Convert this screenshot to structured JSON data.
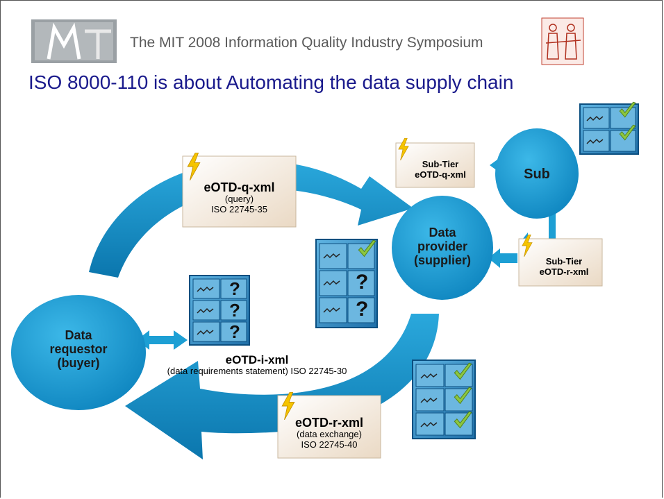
{
  "header": {
    "title": "The MIT 2008 Information Quality Industry Symposium"
  },
  "slide": {
    "title": "ISO 8000-110 is about Automating the data supply chain"
  },
  "nodes": {
    "requestor": {
      "line1": "Data",
      "line2": "requestor",
      "line3": "(buyer)"
    },
    "provider": {
      "line1": "Data",
      "line2": "provider",
      "line3": "(supplier)"
    },
    "sub": {
      "label": "Sub"
    }
  },
  "cards": {
    "query": {
      "name": "eOTD-q-xml",
      "desc": "(query)",
      "iso": "ISO 22745-35"
    },
    "response": {
      "name": "eOTD-r-xml",
      "desc": "(data exchange)",
      "iso": "ISO 22745-40"
    },
    "subtier_query": {
      "line1": "Sub-Tier",
      "line2": "eOTD-q-xml"
    },
    "subtier_response": {
      "line1": "Sub-Tier",
      "line2": "eOTD-r-xml"
    }
  },
  "identification": {
    "name": "eOTD-i-xml",
    "desc": "(data requirements statement) ISO 22745-30"
  },
  "colors": {
    "blue": "#1d9fd4",
    "dark_blue": "#0a6fa8",
    "title": "#1a1a8c",
    "check": "#8cc63f",
    "bolt": "#f5c400"
  }
}
